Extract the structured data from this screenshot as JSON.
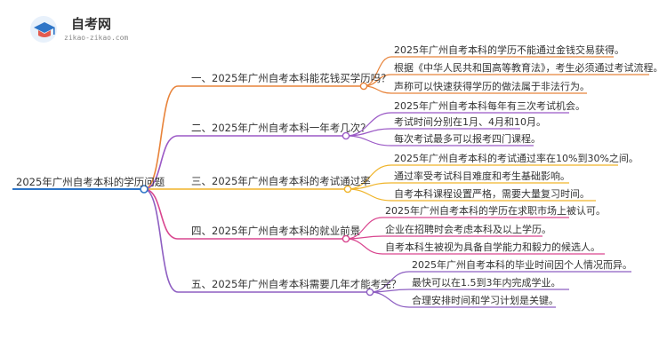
{
  "logo": {
    "title": "自考网",
    "url": "zikao-zikao.com",
    "icon": "graduation-cap-icon"
  },
  "mindmap": {
    "root": {
      "label": "2025年广州自考本科的学历问题"
    },
    "branches": [
      {
        "label": "一、2025年广州自考本科能花钱买学历吗？",
        "color": "#e8833a",
        "leaves": [
          "2025年广州自考本科的学历不能通过金钱交易获得。",
          "根据《中华人民共和国高等教育法》，考生必须通过考试流程。",
          "声称可以快速获得学历的做法属于非法行为。"
        ]
      },
      {
        "label": "二、2025年广州自考本科一年考几次？",
        "color": "#9b59c6",
        "leaves": [
          "2025年广州自考本科每年有三次考试机会。",
          "考试时间分别在1月、4月和10月。",
          "每次考试最多可以报考四门课程。"
        ]
      },
      {
        "label": "三、2025年广州自考本科的考试通过率",
        "color": "#f0b429",
        "leaves": [
          "2025年广州自考本科的考试通过率在10%到30%之间。",
          "通过率受考试科目难度和考生基础影响。",
          "自考本科课程设置严格，需要大量复习时间。"
        ]
      },
      {
        "label": "四、2025年广州自考本科的就业前景",
        "color": "#d9468f",
        "leaves": [
          "2025年广州自考本科的学历在求职市场上被认可。",
          "企业在招聘时会考虑本科及以上学历。",
          "自考本科生被视为具备自学能力和毅力的候选人。"
        ]
      },
      {
        "label": "五、2025年广州自考本科需要几年才能考完？",
        "color": "#8e5fc2",
        "leaves": [
          "2025年广州自考本科的毕业时间因个人情况而异。",
          "最快可以在1.5到3年内完成学业。",
          "合理安排时间和学习计划是关键。"
        ]
      }
    ],
    "root_color": "#2e75c7"
  }
}
